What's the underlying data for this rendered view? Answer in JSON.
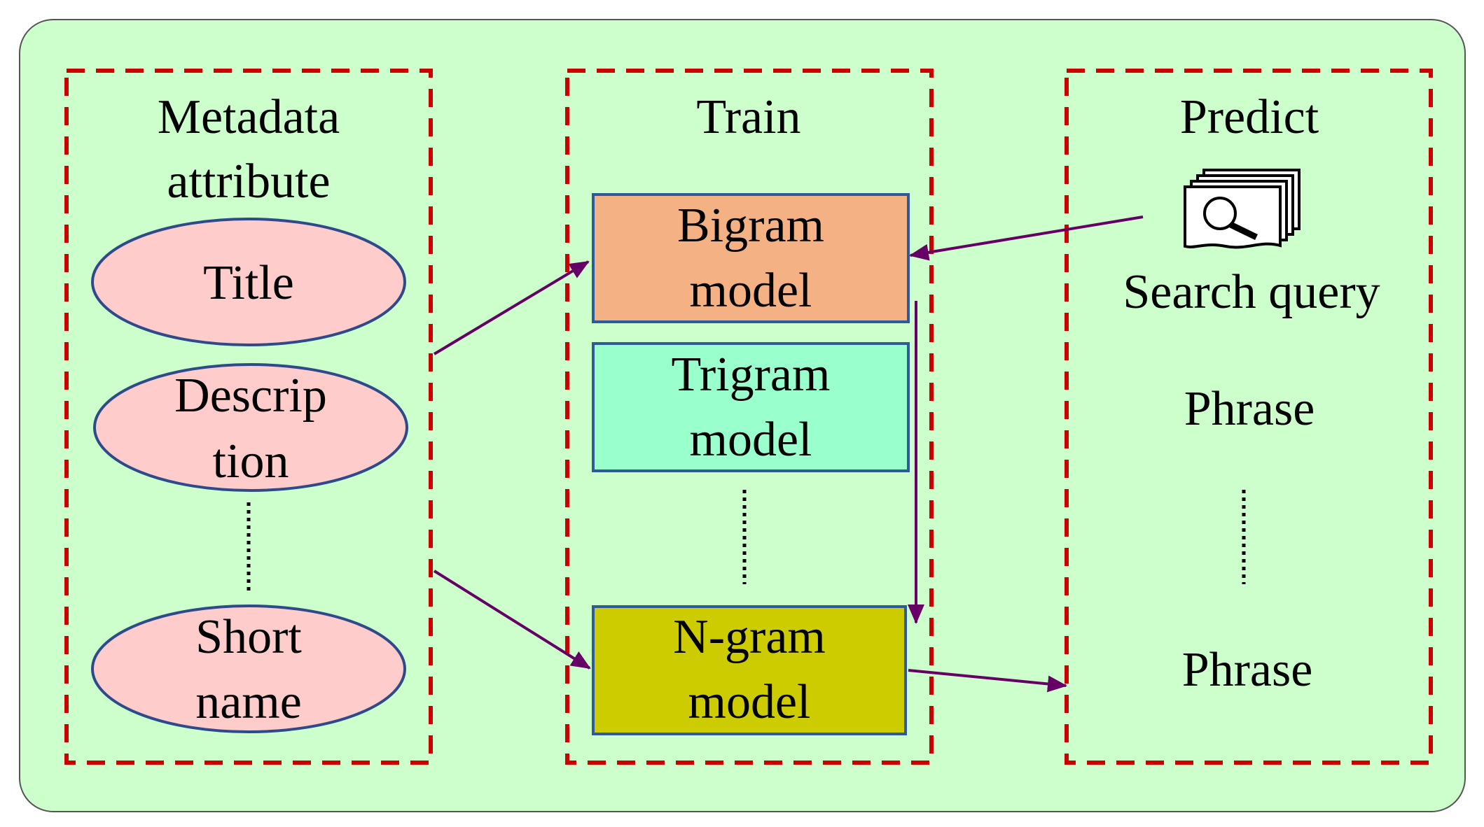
{
  "colors": {
    "background": "#ccffcc",
    "dashed_border": "#cc0000",
    "ellipse_fill": "#ffcccc",
    "ellipse_stroke": "#2e4a8a",
    "bigram_fill": "#f4b183",
    "trigram_fill": "#99ffcc",
    "ngram_fill": "#cccc00",
    "box_stroke": "#2e5a9a",
    "arrow": "#660066"
  },
  "metadata_panel": {
    "title_line1": "Metadata",
    "title_line2": "attribute",
    "items": [
      {
        "line1": "Title",
        "line2": ""
      },
      {
        "line1": "Descrip",
        "line2": "tion"
      },
      {
        "line1": "Short",
        "line2": "name"
      }
    ]
  },
  "train_panel": {
    "title": "Train",
    "models": [
      {
        "line1": "Bigram",
        "line2": "model"
      },
      {
        "line1": "Trigram",
        "line2": "model"
      },
      {
        "line1": "N-gram",
        "line2": "model"
      }
    ]
  },
  "predict_panel": {
    "title": "Predict",
    "search_icon": "search-documents-icon",
    "search_label": "Search query",
    "phrase_top": "Phrase",
    "phrase_bottom": "Phrase"
  }
}
